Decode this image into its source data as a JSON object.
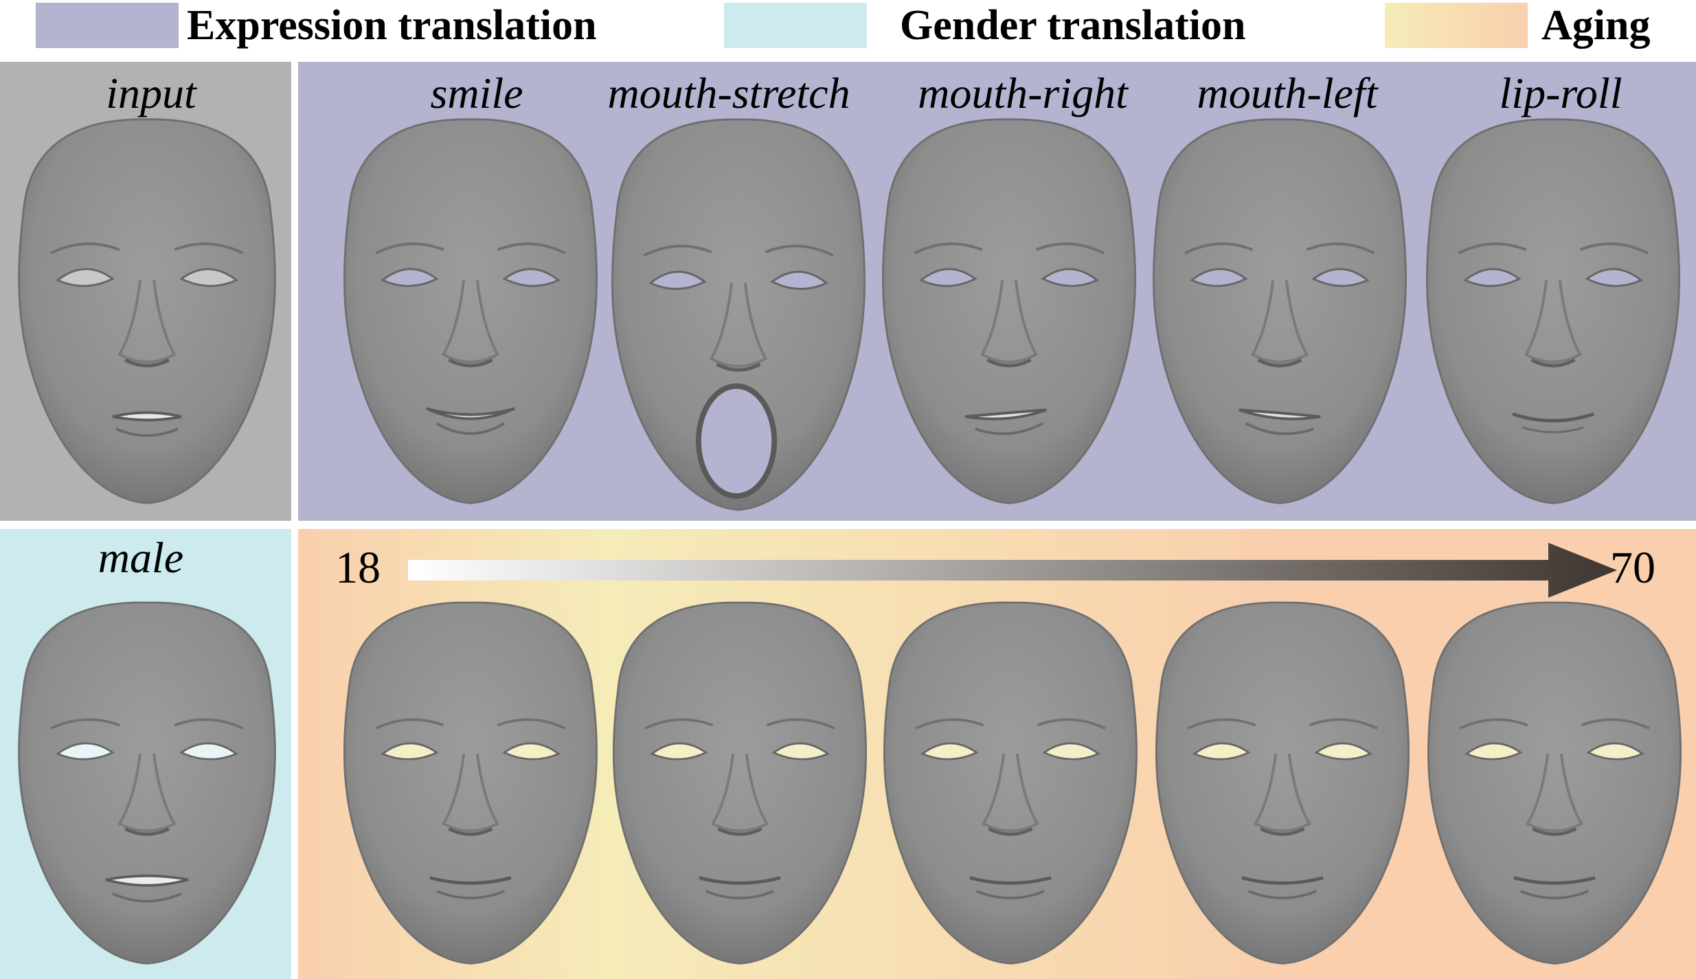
{
  "legend": {
    "expression": {
      "label": "Expression translation",
      "color": "#b4b3d0"
    },
    "gender": {
      "label": "Gender translation",
      "color": "#cdebee"
    },
    "aging": {
      "label": "Aging",
      "color_start": "#f5ecb8",
      "color_end": "#f9cfad"
    }
  },
  "panels": {
    "input": {
      "caption": "input",
      "color": "#b2b2b2",
      "face": "neutral"
    },
    "expressions": [
      {
        "caption": "smile",
        "face": "smile"
      },
      {
        "caption": "mouth-stretch",
        "face": "stretch"
      },
      {
        "caption": "mouth-right",
        "face": "right"
      },
      {
        "caption": "mouth-left",
        "face": "left"
      },
      {
        "caption": "lip-roll",
        "face": "liproll"
      }
    ],
    "gender": {
      "caption": "male",
      "face": "male"
    },
    "aging": {
      "start_age": "18",
      "end_age": "70",
      "arrow_color_start": "#ffffff",
      "arrow_color_end": "#3f3630",
      "faces": [
        "age",
        "age",
        "age",
        "age",
        "age"
      ]
    }
  },
  "face_fill": "#8d8d8d"
}
